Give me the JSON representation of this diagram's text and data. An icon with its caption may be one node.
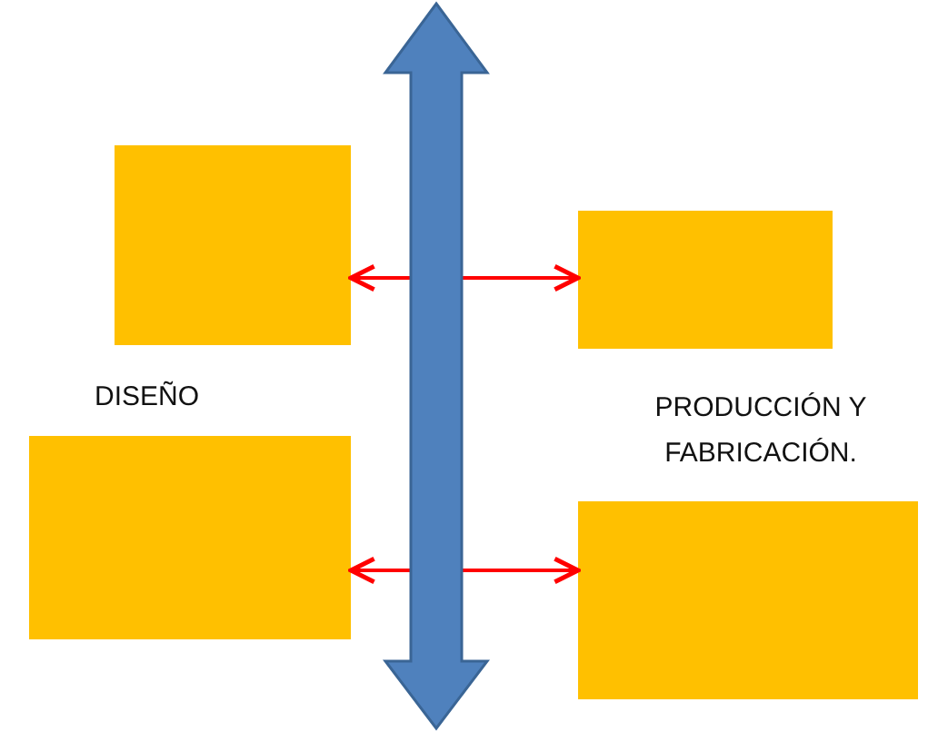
{
  "diagram": {
    "nodes": [
      {
        "text": [],
        "shape": "box"
      },
      {
        "text": [],
        "shape": "box"
      },
      {
        "text": [],
        "shape": "box"
      },
      {
        "text": [],
        "shape": "box"
      }
    ],
    "edges": [
      {
        "from": 0,
        "to": 1,
        "arrow": "both",
        "color": "#ff0000"
      },
      {
        "from": 2,
        "to": 3,
        "arrow": "both",
        "color": "#ff0000"
      }
    ],
    "labels": [
      "DISEÑO",
      "PRODUCCIÓN Y FABRICACIÓN."
    ]
  }
}
